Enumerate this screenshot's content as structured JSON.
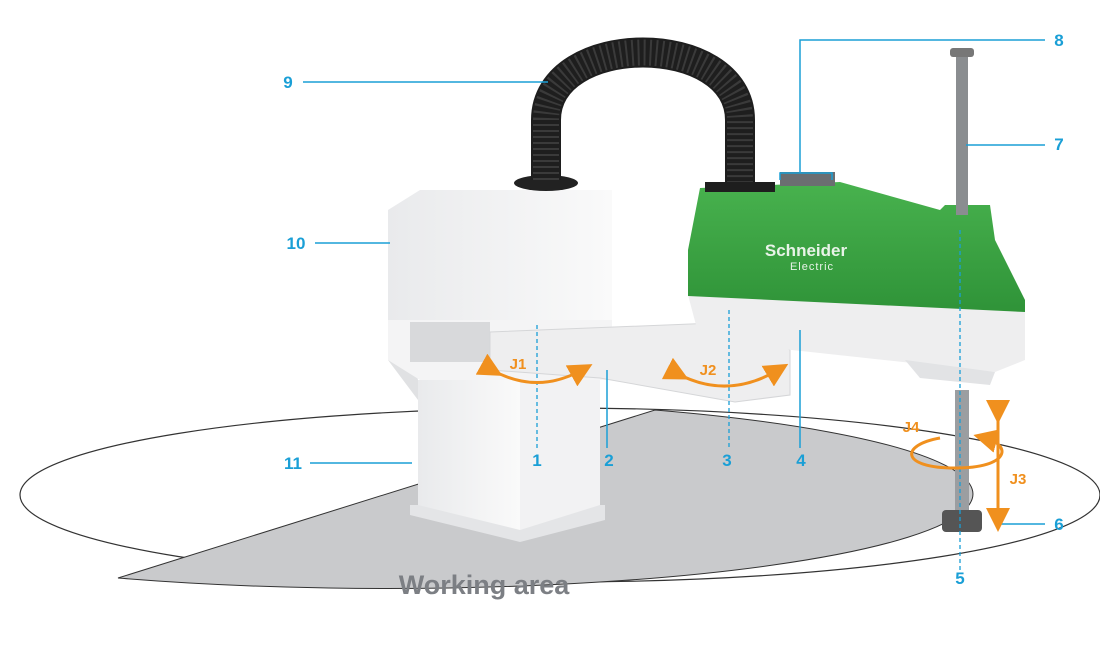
{
  "title": "SCARA robot components",
  "labels": {
    "l1": "1",
    "l2": "2",
    "l3": "3",
    "l4": "4",
    "l5": "5",
    "l6": "6",
    "l7": "7",
    "l8": "8",
    "l9": "9",
    "l10": "10",
    "l11": "11"
  },
  "joints": {
    "j1": "J1",
    "j2": "J2",
    "j3": "J3",
    "j4": "J4"
  },
  "working_area": "Working area",
  "logo": {
    "line1": "Schneider",
    "line2": "Electric"
  },
  "colors": {
    "callout": "#1a9fd6",
    "joint": "#f0901e",
    "housing": "#3aa642",
    "area": "#c9cacc"
  }
}
